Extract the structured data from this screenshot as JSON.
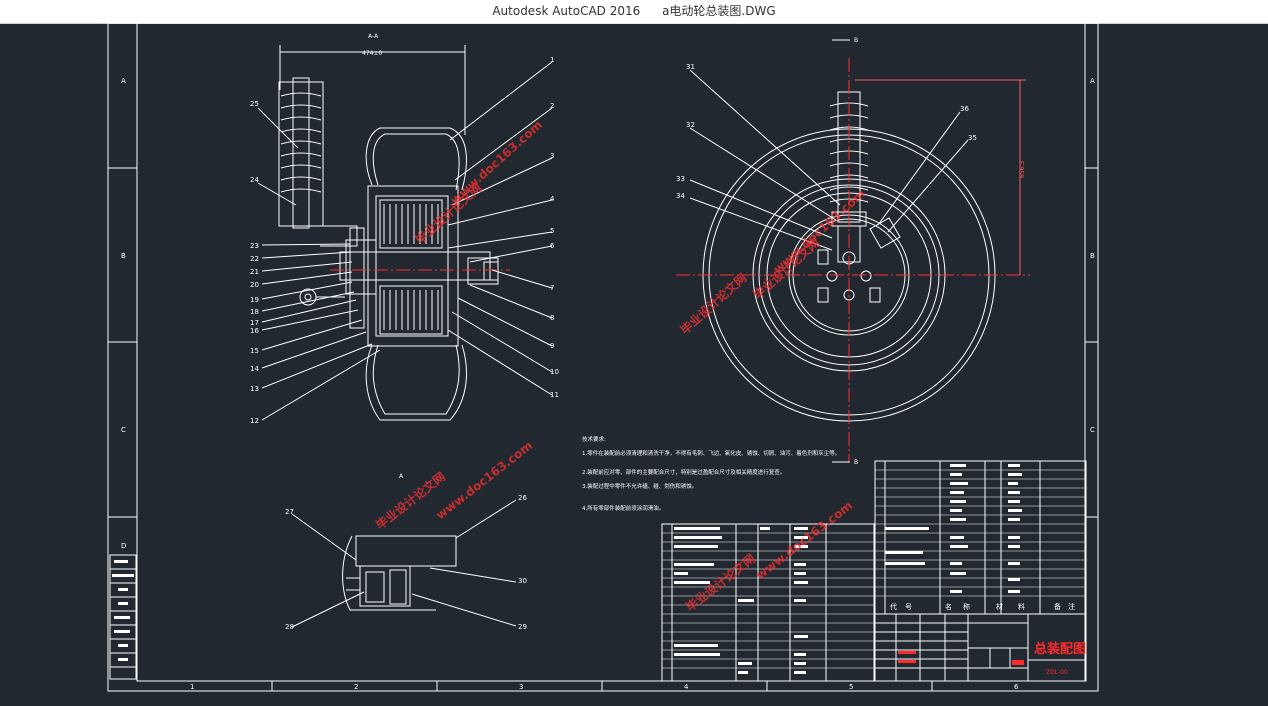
{
  "window": {
    "app_name": "Autodesk AutoCAD 2016",
    "file_name": "a电动轮总装图.DWG"
  },
  "drawing": {
    "zone_letters": [
      "A",
      "B",
      "C",
      "D"
    ],
    "zone_numbers": [
      "1",
      "2",
      "3",
      "4",
      "5",
      "6"
    ],
    "section_label": "A-A",
    "view_mark": "A",
    "view_label_b": "B",
    "dim_width": "474±0",
    "dim_height": "656.3",
    "left_callouts": [
      "25",
      "24",
      "23",
      "22",
      "21",
      "20",
      "19",
      "18",
      "17",
      "16",
      "15",
      "14",
      "13",
      "12"
    ],
    "right_callouts": [
      "1",
      "2",
      "3",
      "4",
      "5",
      "6",
      "7",
      "8",
      "9",
      "10",
      "11"
    ],
    "wheel_callouts": [
      "31",
      "32",
      "33",
      "34",
      "36",
      "35"
    ],
    "detail_callouts": [
      "27",
      "26",
      "30",
      "28",
      "29"
    ],
    "notes_title": "技术要求:",
    "notes": [
      "1.零件在装配前必须清理和清洗干净，不得有毛刺、飞边、氧化皮、锈蚀、切屑、油污、着色剂和灰尘等。",
      "2.装配前应对零、部件的主要配合尺寸，特别是过盈配合尺寸及相关精度进行复查。",
      "3.装配过程中零件不允许磕、碰、划伤和锈蚀。",
      "4.所有零部件装配前须涂润滑油。"
    ],
    "watermarks": [
      "毕业设计论文网",
      "www.doc163.com"
    ],
    "parts_header": [
      "代",
      "号",
      "名",
      "称",
      "材",
      "料",
      "备",
      "注"
    ],
    "title_block": {
      "drawing_name": "总装配图",
      "drawing_code": "ZDL-00"
    }
  },
  "colors": {
    "background": "#212830",
    "lines": "#ffffff",
    "centerline": "#ff3030",
    "dimension": "#ff5a5a",
    "title_text": "#ff2a2a",
    "watermark": "#ff3030"
  }
}
